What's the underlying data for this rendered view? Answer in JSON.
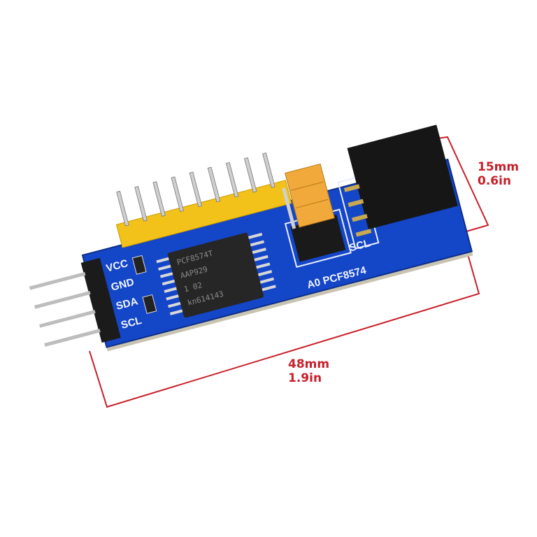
{
  "dimensions": {
    "height": {
      "mm": "15mm",
      "in": "0.6in"
    },
    "length": {
      "mm": "48mm",
      "in": "1.9in"
    },
    "line_color": "#c8202a"
  },
  "board": {
    "pcb_color": "#1446c8",
    "pin_labels": [
      "VCC",
      "GND",
      "SDA",
      "SCL"
    ],
    "right_label": "A0 PCF8574",
    "right_pin_label": "SCL",
    "chip_markings": [
      "PCF8574T",
      "AAP929",
      "1  02",
      "kn614143"
    ]
  }
}
